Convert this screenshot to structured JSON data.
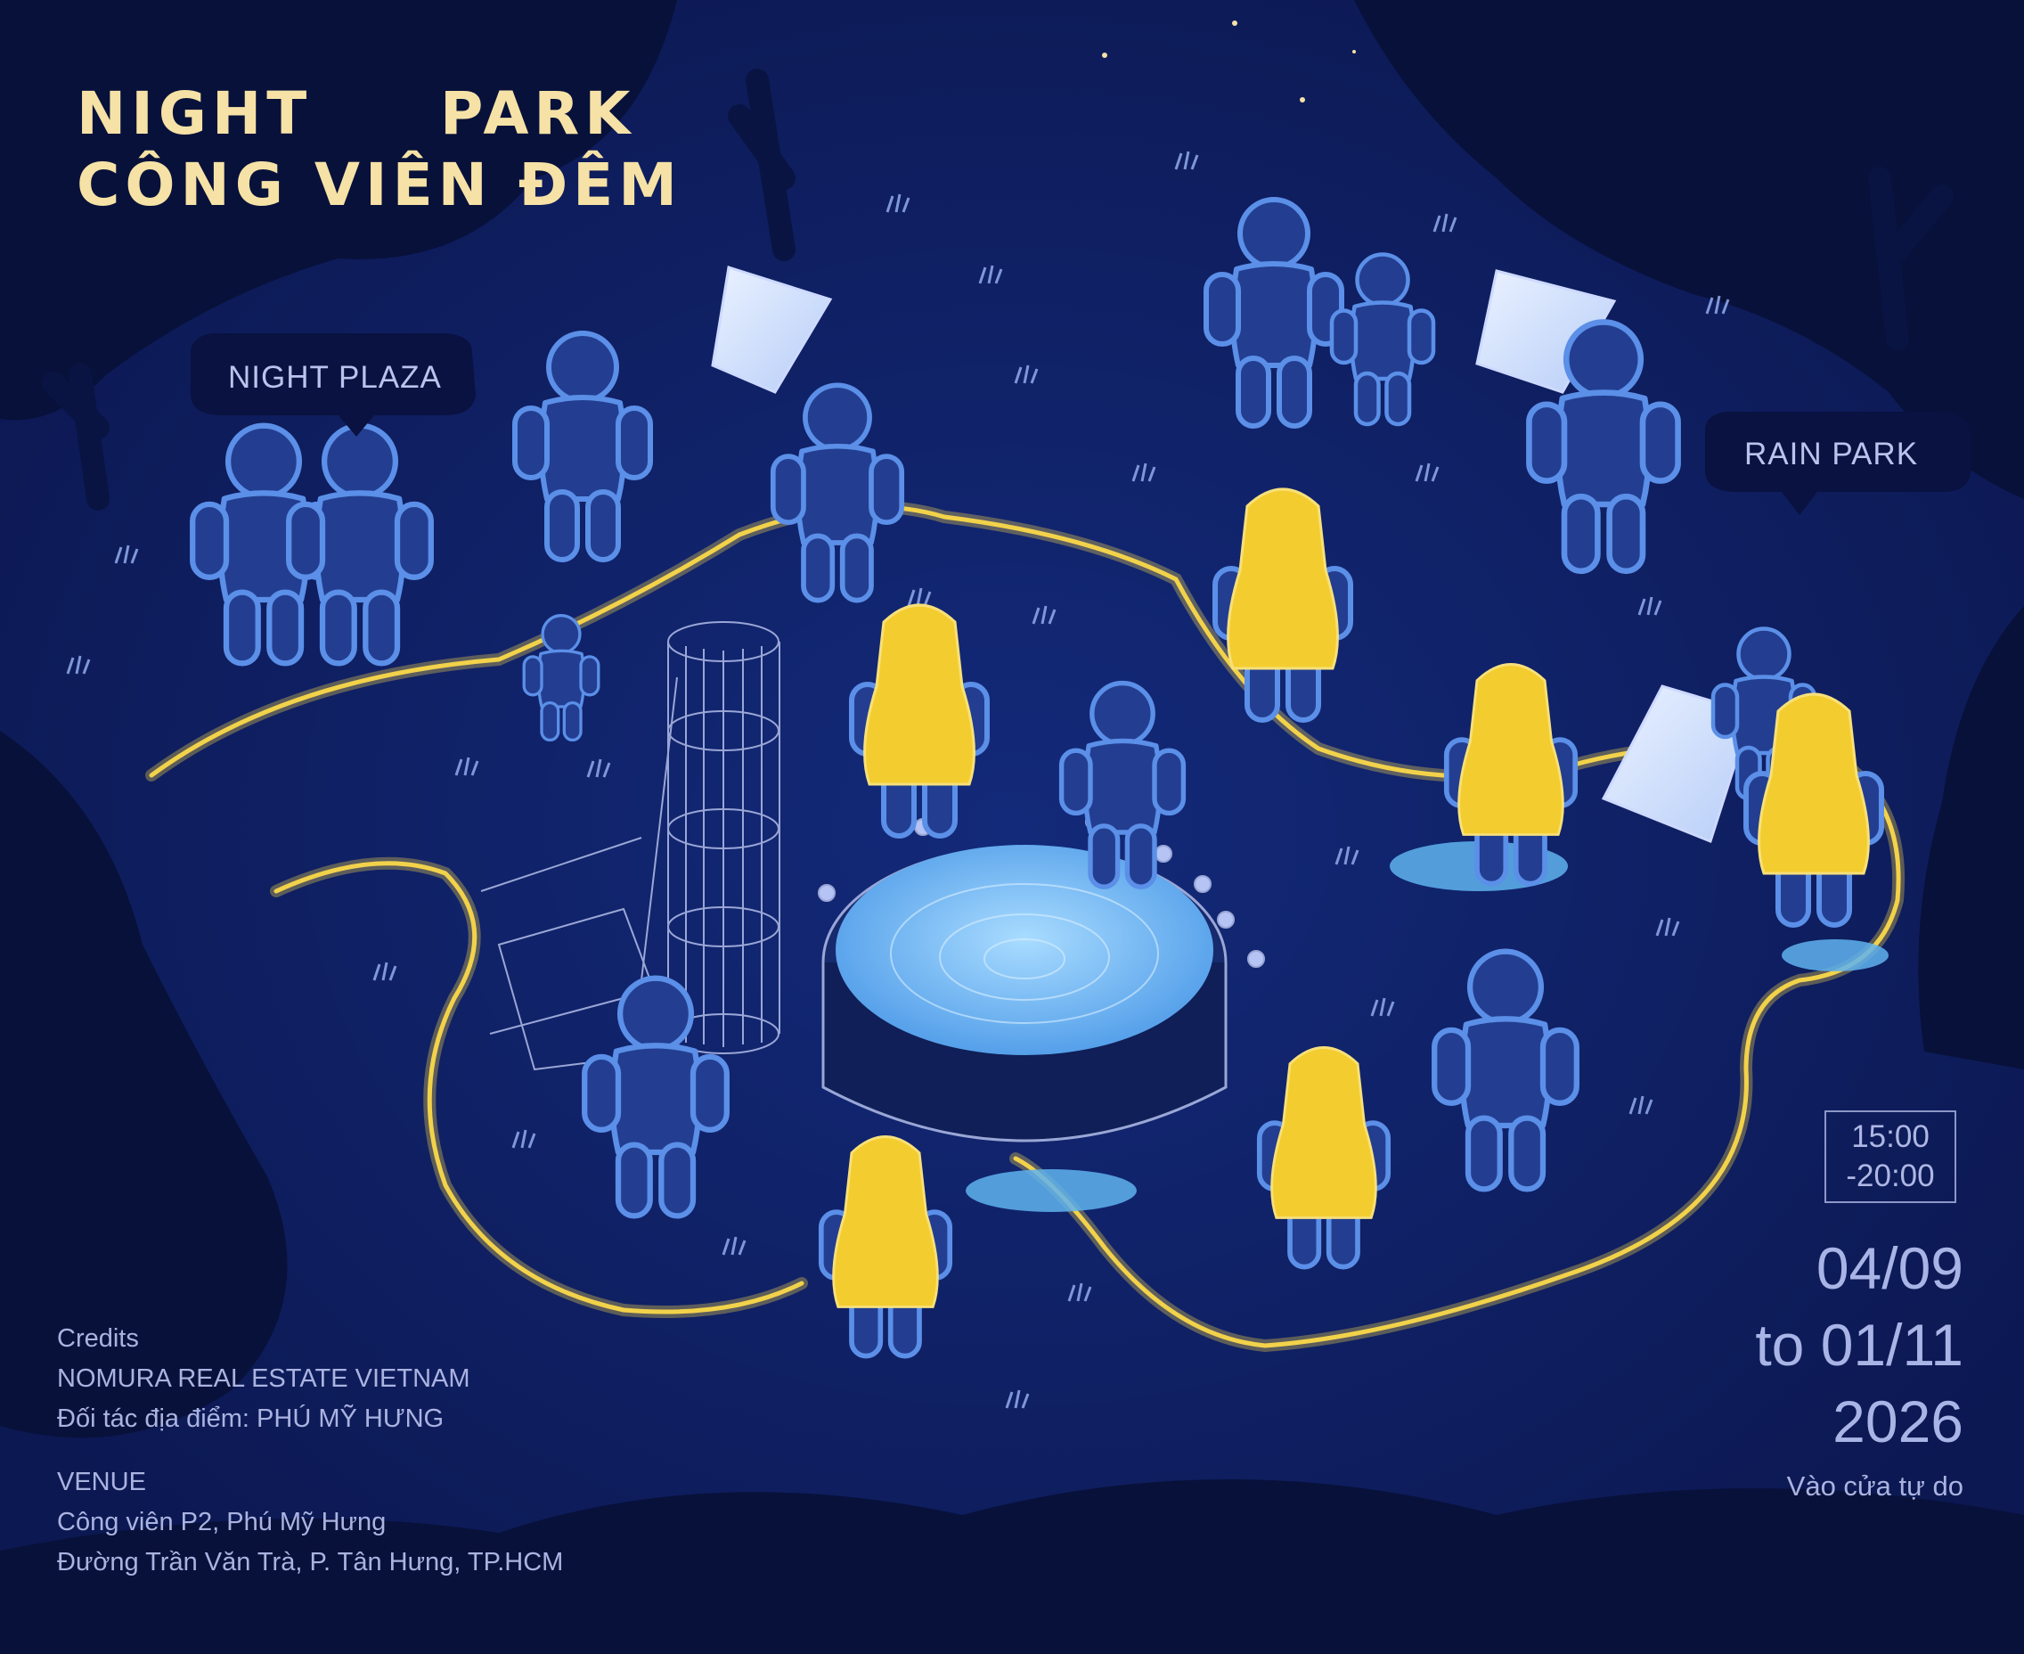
{
  "title": {
    "line1_left": "NIGHT",
    "line1_right": "PARK",
    "line2": "CÔNG VIÊN ĐÊM"
  },
  "areas": {
    "left_label": "NIGHT PLAZA",
    "right_label": "RAIN PARK"
  },
  "schedule": {
    "time_start": "15:00",
    "time_end": "-20:00",
    "date_start": "04/09",
    "date_end": "to 01/11",
    "year": "2026",
    "admission": "Vào cửa tự do"
  },
  "credits": {
    "heading": "Credits",
    "organizer": "NOMURA REAL ESTATE VIETNAM",
    "partner": "Đối tác địa điểm: PHÚ MỸ HƯNG"
  },
  "venue": {
    "heading": "VENUE",
    "line1": "Công viên P2, Phú Mỹ Hưng",
    "line2": "Đường Trần Văn Trà, P. Tân Hưng, TP.HCM"
  },
  "colors": {
    "background": "#0d1a55",
    "title": "#f6e2a6",
    "glow_outline": "#5b8fe8",
    "figure_fill": "#243f92",
    "raincoat": "#f3cd2f",
    "path": "#f2d24a",
    "water": "#7cc4f4",
    "text": "#aab3e0"
  }
}
